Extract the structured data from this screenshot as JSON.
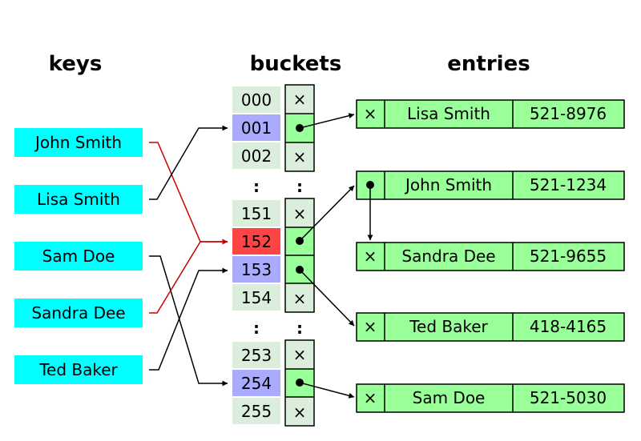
{
  "headers": {
    "keys": "keys",
    "buckets": "buckets",
    "entries": "entries"
  },
  "keys": [
    "John Smith",
    "Lisa Smith",
    "Sam Doe",
    "Sandra Dee",
    "Ted Baker"
  ],
  "buckets": {
    "group1": [
      "000",
      "001",
      "002"
    ],
    "group2": [
      "151",
      "152",
      "153",
      "154"
    ],
    "group3": [
      "253",
      "254",
      "255"
    ],
    "ellipsis": ":",
    "empty_symbol": "×"
  },
  "entries": [
    {
      "name": "Lisa Smith",
      "phone": "521-8976"
    },
    {
      "name": "John Smith",
      "phone": "521-1234"
    },
    {
      "name": "Sandra Dee",
      "phone": "521-9655"
    },
    {
      "name": "Ted Baker",
      "phone": "418-4165"
    },
    {
      "name": "Sam Doe",
      "phone": "521-5030"
    }
  ],
  "colors": {
    "key_fill": "#00ffff",
    "bucket_fill": "#dbeedb",
    "hashed_bucket_fill": "#aaaaff",
    "collision_bucket_fill": "#ff4444",
    "entry_fill": "#99ff99",
    "collision_arrow": "#cc0000"
  }
}
